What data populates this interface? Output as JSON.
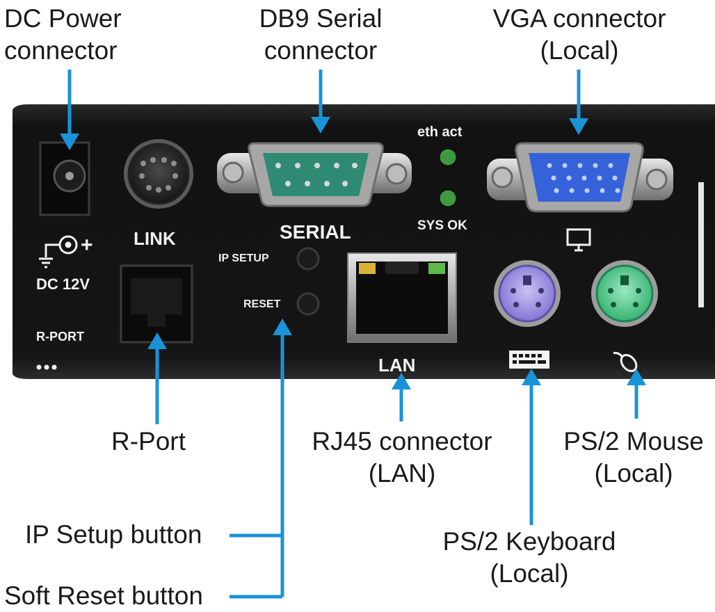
{
  "callouts": {
    "dc_power": [
      "DC Power",
      "connector"
    ],
    "db9_serial": [
      "DB9 Serial",
      "connector"
    ],
    "vga": [
      "VGA connector",
      "(Local)"
    ],
    "r_port": [
      "R-Port"
    ],
    "rj45": [
      "RJ45 connector",
      "(LAN)"
    ],
    "ps2_mouse": [
      "PS/2 Mouse",
      "(Local)"
    ],
    "ps2_keyboard": [
      "PS/2 Keyboard",
      "(Local)"
    ],
    "ip_setup": [
      "IP Setup button"
    ],
    "soft_reset": [
      "Soft Reset button"
    ]
  },
  "panel_labels": {
    "eth_act": "eth act",
    "sys_ok": "SYS OK",
    "link": "LINK",
    "serial": "SERIAL",
    "ip_setup": "IP SETUP",
    "reset": "RESET",
    "dc": "DC 12V",
    "r_port": "R-PORT",
    "lan": "LAN",
    "power_plus": "+"
  },
  "colors": {
    "arrow": "#1a93d8",
    "panel": "#151515",
    "serial_port": "#2f8a73",
    "vga_port": "#3562d8",
    "keyboard_port": "#9a8fe0",
    "mouse_port": "#55c98a",
    "led": "#3d9a3f"
  }
}
